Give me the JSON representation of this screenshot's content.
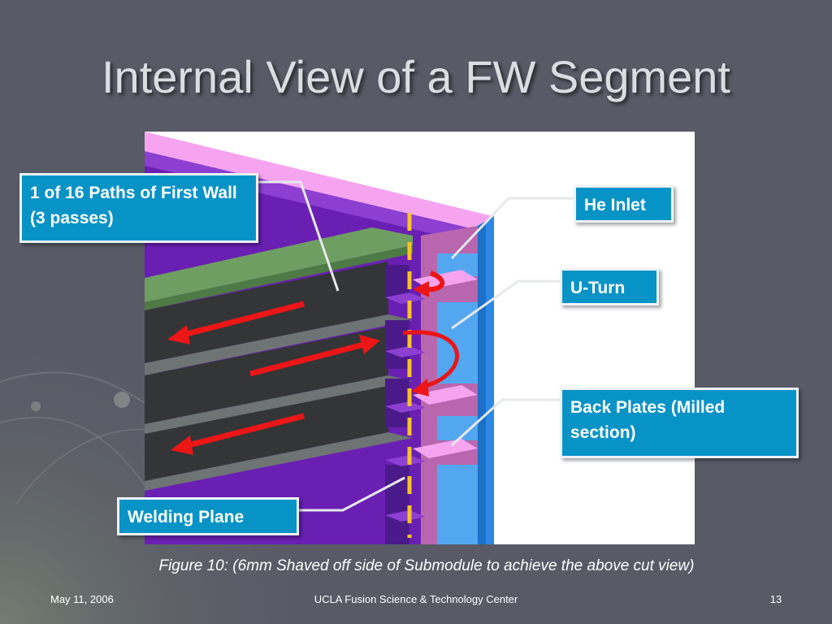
{
  "slide": {
    "title": "Internal View of a FW Segment",
    "caption": "Figure 10: (6mm Shaved off side of Submodule to achieve the above cut view)"
  },
  "callouts": {
    "paths": "1 of 16 Paths of First Wall (3 passes)",
    "he_inlet": "He Inlet",
    "u_turn": "U-Turn",
    "back_plates": "Back Plates (Milled section)",
    "welding_plane": "Welding Plane"
  },
  "footer": {
    "date": "May 11, 2006",
    "organization": "UCLA Fusion Science & Technology Center",
    "page_number": "13"
  },
  "colors": {
    "background": "#585a66",
    "callout_fill": "#0893c6",
    "first_wall_top": "#f6a4f0",
    "purple_body": "#6a1fb3",
    "channel_dark": "#333537",
    "channel_rib": "#6e7373",
    "green_top": "#6f9e63",
    "back_plate_pink": "#b866ad",
    "blue_side": "#2d88e6",
    "flow_arrow": "#ec1616",
    "welding_line": "#f7c325"
  }
}
